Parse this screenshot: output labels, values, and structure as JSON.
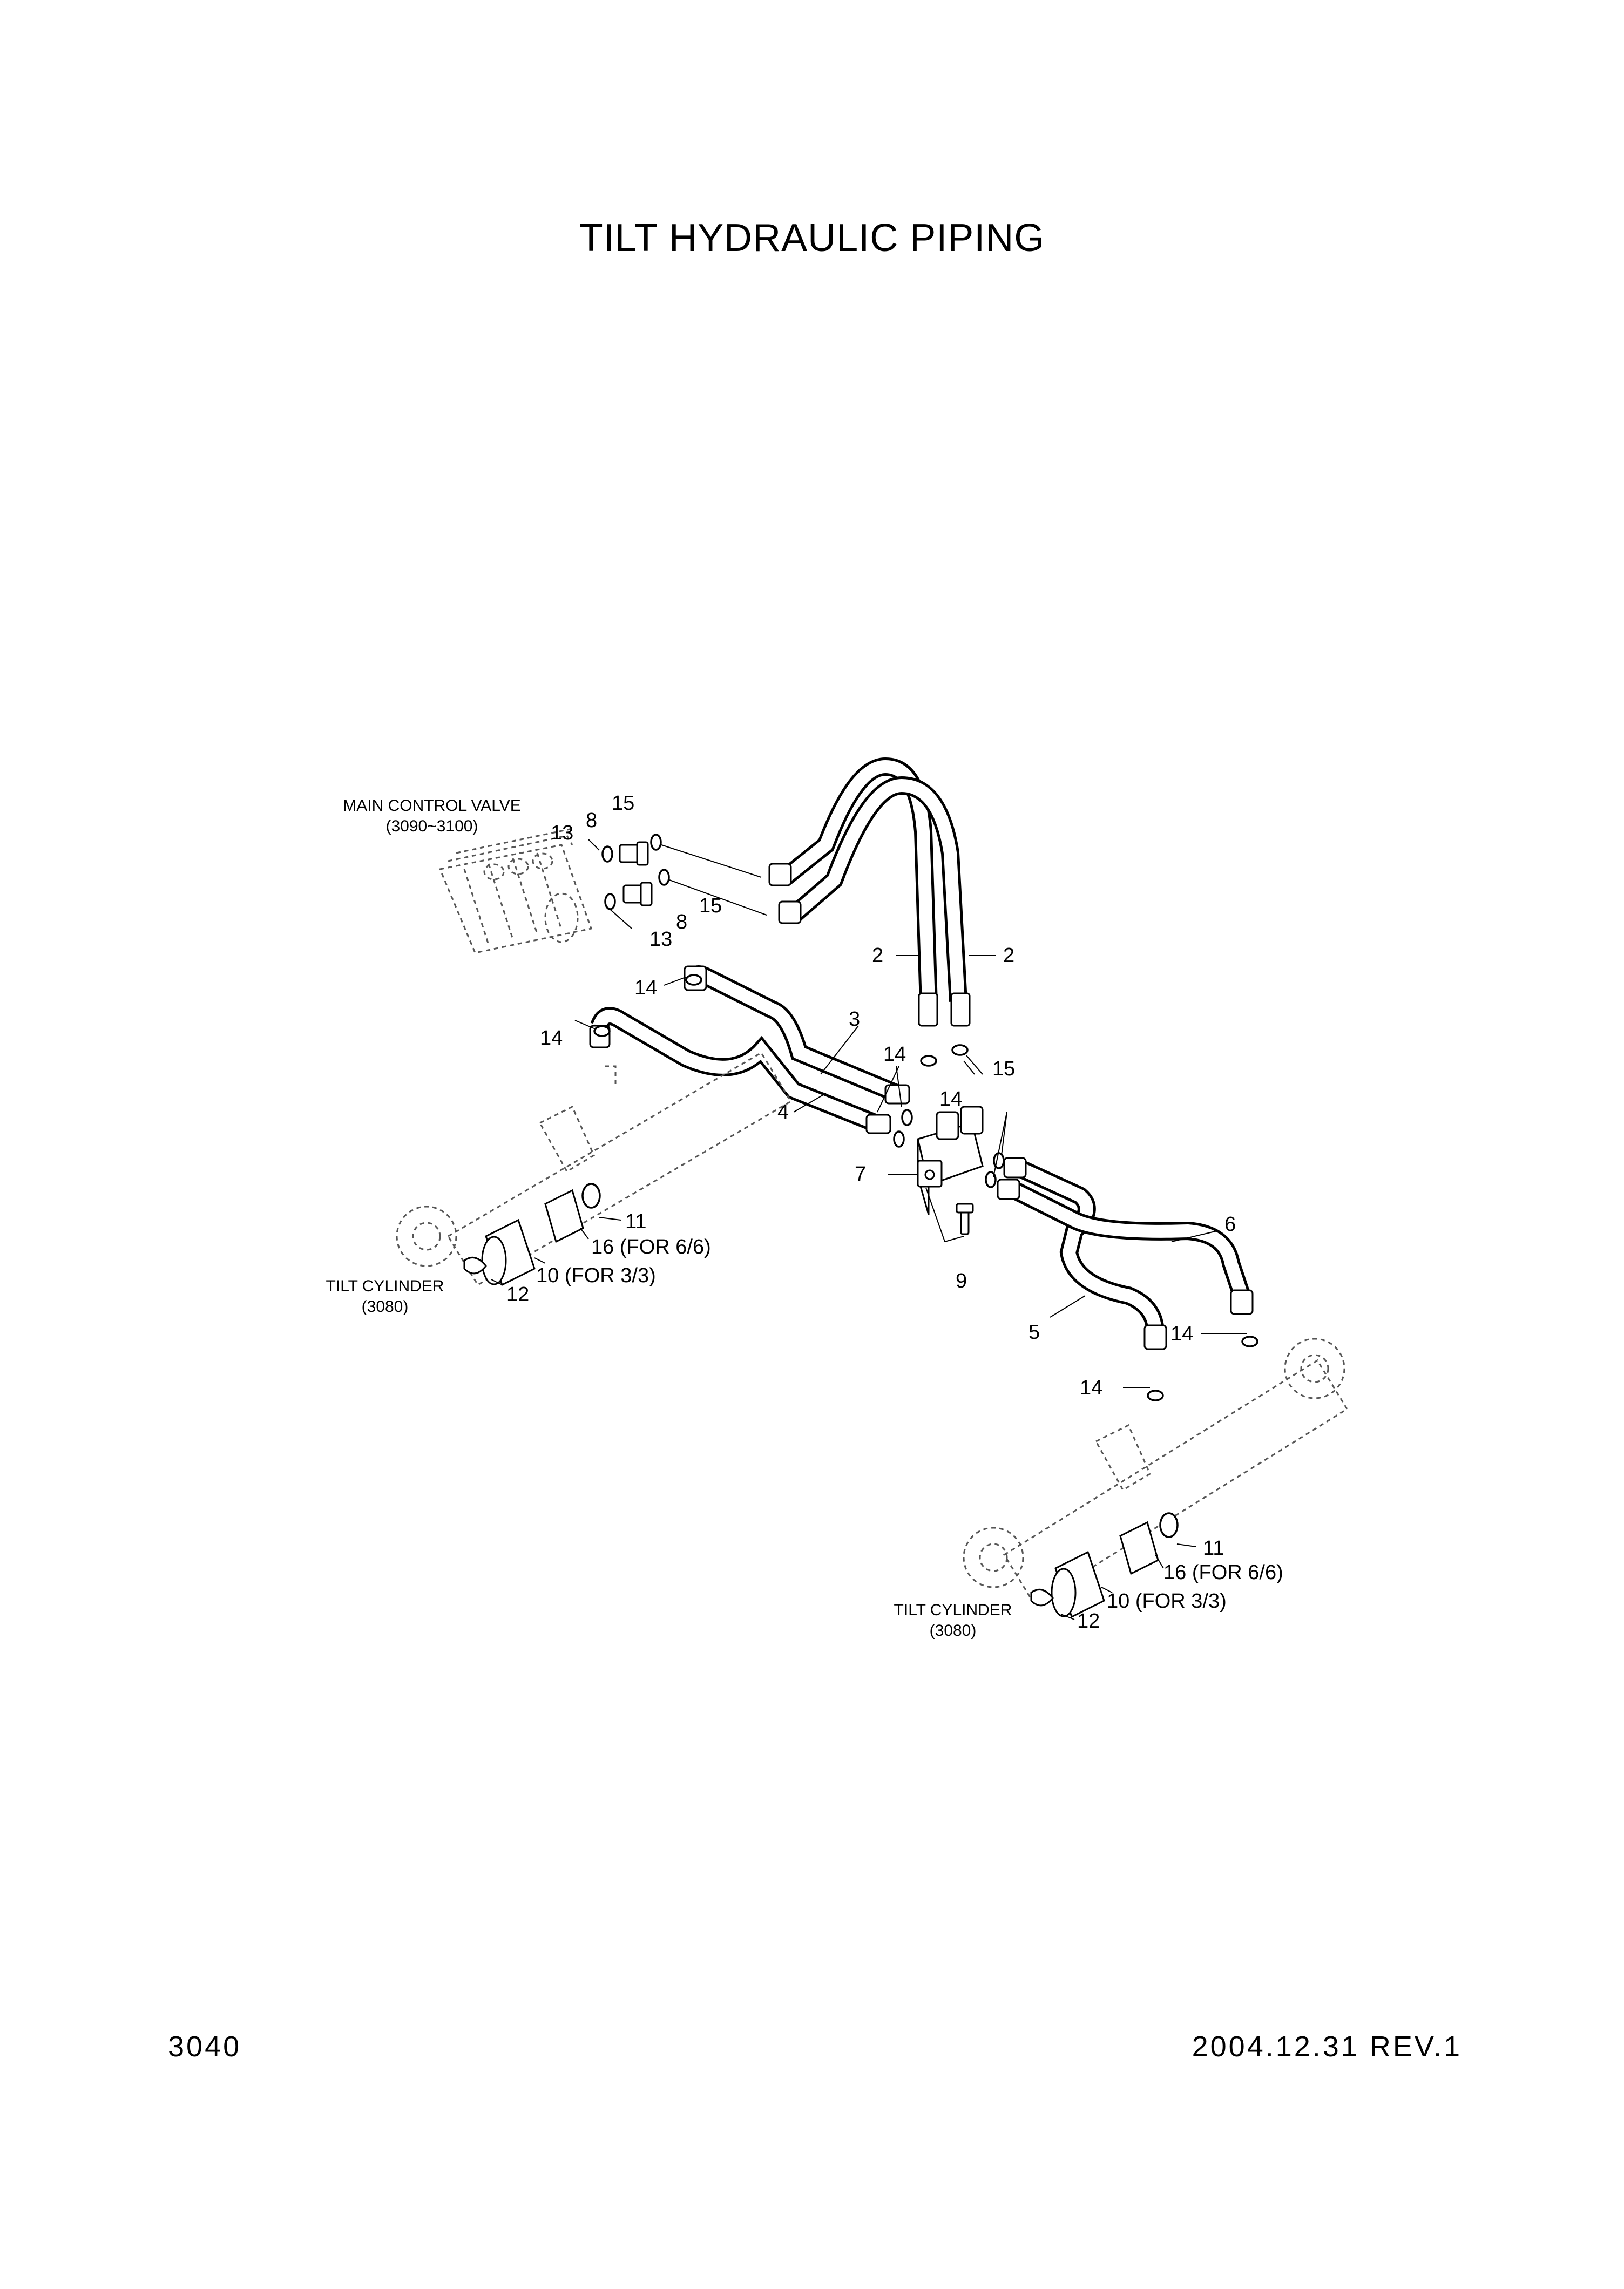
{
  "title": "TILT HYDRAULIC PIPING",
  "footer": {
    "page_number": "3040",
    "revision": "2004.12.31  REV.1"
  },
  "assemblies": {
    "main_control_valve": {
      "name": "MAIN CONTROL VALVE",
      "ref": "(3090~3100)"
    },
    "tilt_cylinder_left": {
      "name": "TILT CYLINDER",
      "ref": "(3080)"
    },
    "tilt_cylinder_right": {
      "name": "TILT CYLINDER",
      "ref": "(3080)"
    }
  },
  "callouts": {
    "c15_top": "15",
    "c8_top": "8",
    "c13_top": "13",
    "c15_mid": "15",
    "c8_mid": "8",
    "c13_mid": "13",
    "c2_left": "2",
    "c2_right": "2",
    "c14_upper": "14",
    "c3": "3",
    "c14_left": "14",
    "c14_center": "14",
    "c15_center": "15",
    "c14_right": "14",
    "c4": "4",
    "c7": "7",
    "c11_left": "11",
    "c16_left": "16 (FOR 6/6)",
    "c10_left": "10 (FOR 3/3)",
    "c12_left": "12",
    "c9": "9",
    "c6": "6",
    "c5": "5",
    "c14_r1": "14",
    "c14_r2": "14",
    "c11_right": "11",
    "c16_right": "16 (FOR 6/6)",
    "c10_right": "10 (FOR 3/3)",
    "c12_right": "12"
  }
}
